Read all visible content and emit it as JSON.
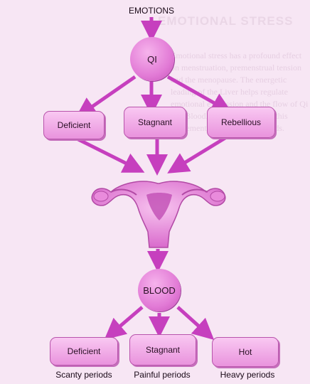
{
  "diagram": {
    "top_label": "EMOTIONS",
    "qi": "QI",
    "qi_states": [
      "Deficient",
      "Stagnant",
      "Rebellious"
    ],
    "blood": "BLOOD",
    "blood_states": [
      "Deficient",
      "Stagnant",
      "Hot"
    ],
    "outcomes": [
      "Scanty periods",
      "Painful periods",
      "Heavy periods"
    ]
  },
  "background": {
    "heading": "EMOTIONAL STRESS",
    "text": "Emotional stress has a profound effect on menstruation, premenstrual tension and the menopause. The energetic leading of the Liver helps regulate emotional expression and the flow of Qi and Blood. Stress may disturb this movement and affect the periods."
  },
  "colors": {
    "arrow": "#c63fbe",
    "background": "#f7e6f4"
  }
}
